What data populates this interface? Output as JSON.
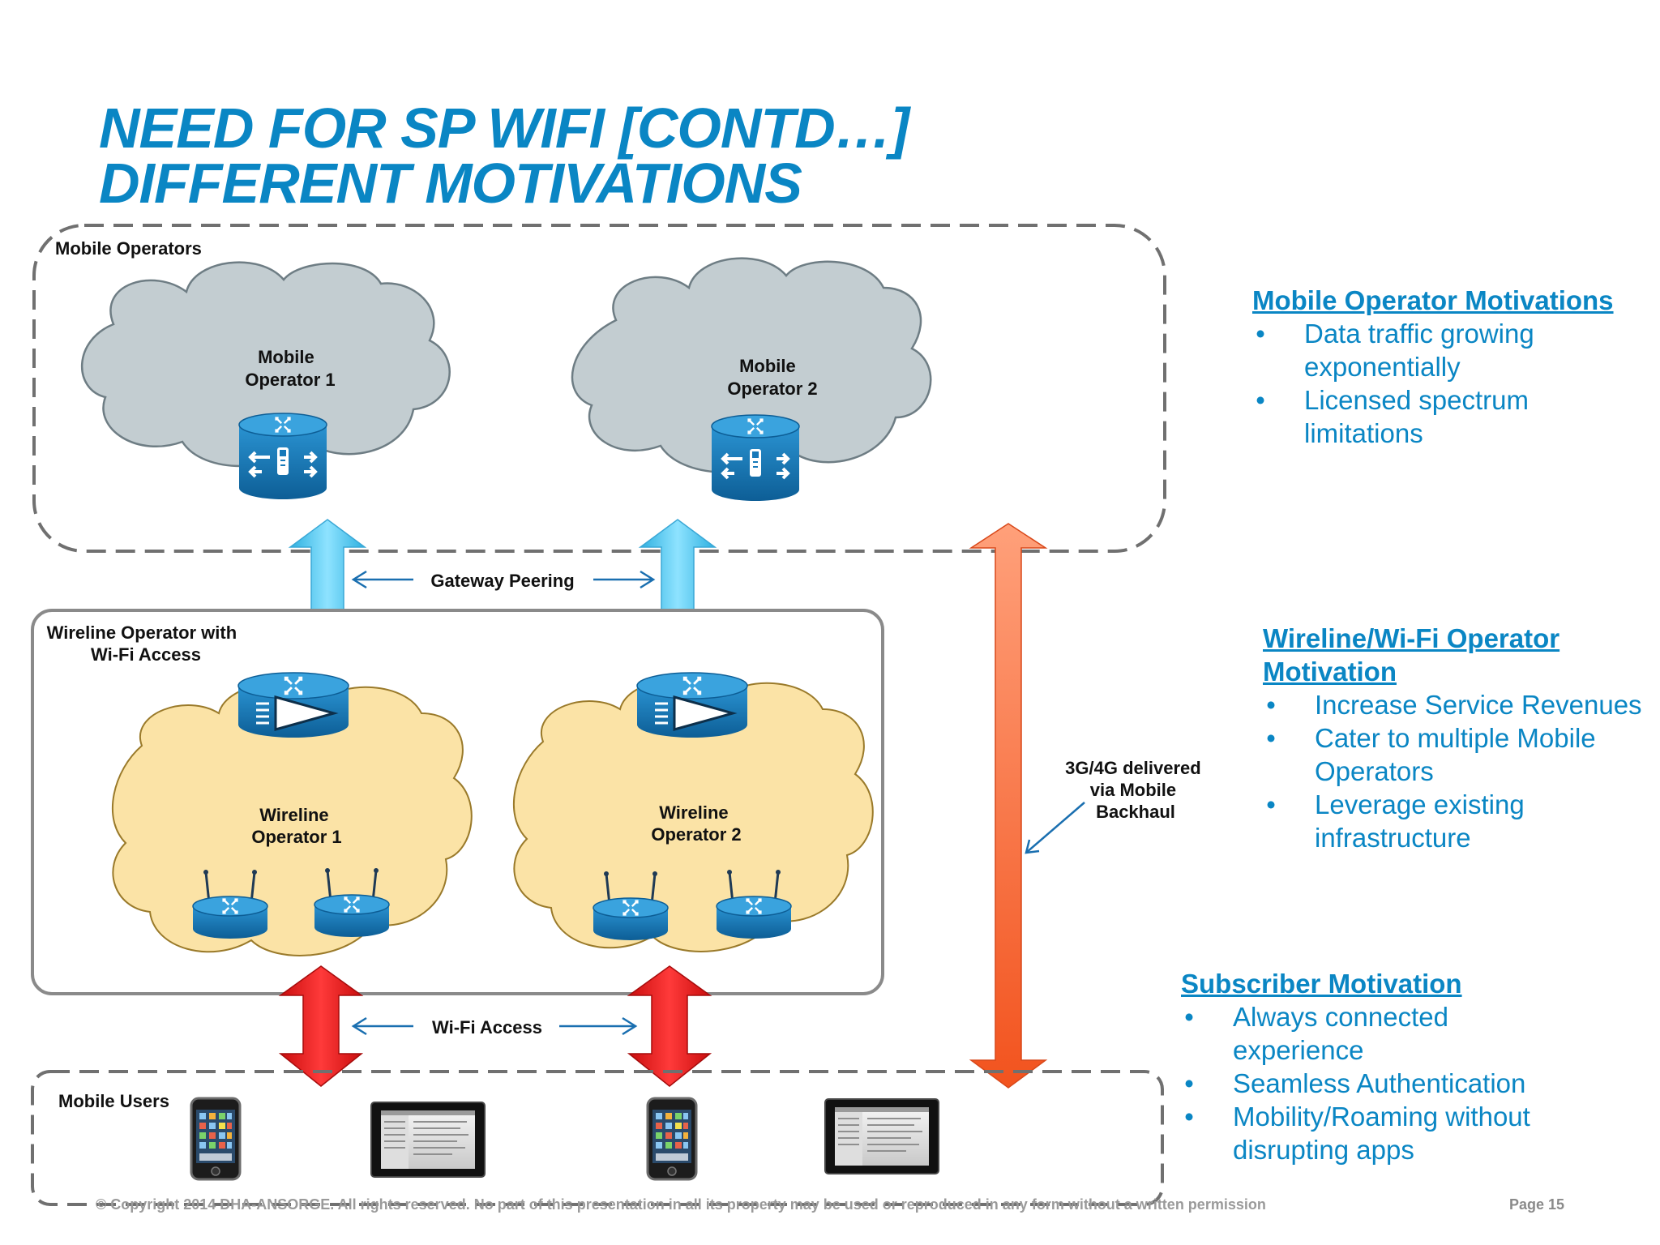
{
  "slide": {
    "title_line1": "NEED FOR SP WIFI [CONTD…]",
    "title_line2": "DIFFERENT MOTIVATIONS"
  },
  "diagram": {
    "mobile_operators_label": "Mobile Operators",
    "mobile_operator_1_label": [
      "Mobile",
      "Operator 1"
    ],
    "mobile_operator_2_label": [
      "Mobile",
      "Operator 2"
    ],
    "gateway_peering_label": "Gateway Peering",
    "wireline_box_label": [
      "Wireline Operator with",
      "Wi-Fi Access"
    ],
    "wireline_operator_1_label": [
      "Wireline",
      "Operator 1"
    ],
    "wireline_operator_2_label": [
      "Wireline",
      "Operator 2"
    ],
    "wifi_access_label": "Wi-Fi Access",
    "backhaul_label": [
      "3G/4G delivered",
      "via Mobile",
      "Backhaul"
    ],
    "mobile_users_label": "Mobile Users"
  },
  "motivations": {
    "mobile_operator": {
      "heading": "Mobile Operator Motivations",
      "items": [
        [
          "Data traffic growing",
          "exponentially"
        ],
        [
          "Licensed spectrum",
          "limitations"
        ]
      ]
    },
    "wireline": {
      "heading_lines": [
        "Wireline/Wi-Fi Operator",
        "Motivation"
      ],
      "items": [
        [
          "Increase Service Revenues"
        ],
        [
          "Cater to multiple Mobile",
          "Operators"
        ],
        [
          "Leverage existing",
          "infrastructure"
        ]
      ]
    },
    "subscriber": {
      "heading": "Subscriber Motivation",
      "items": [
        [
          "Always connected",
          "experience"
        ],
        [
          "Seamless Authentication"
        ],
        [
          "Mobility/Roaming without",
          "disrupting apps"
        ]
      ]
    }
  },
  "bullet_char": "•",
  "footer": {
    "copyright": "© Copyright 2014 DHA-ANSORGE. All rights reserved. No part of this presentation in all its property may be used or reproduced in any form without a written permission",
    "page": "Page 15"
  },
  "colors": {
    "title": "#0a86c4",
    "mobile_cloud": "#c3cdd1",
    "wireline_cloud": "#fbe3a6",
    "router": "#1779b9",
    "peering_arrow": "#53c7ee",
    "wifi_arrow": "#e41f1f",
    "backhaul_arrow": "#f2663a"
  }
}
